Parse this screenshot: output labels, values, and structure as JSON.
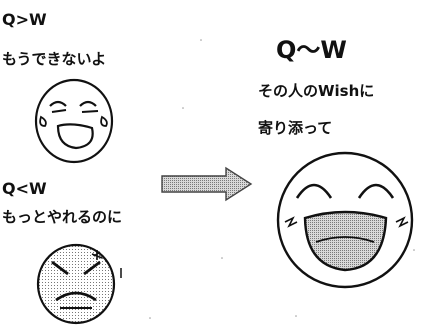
{
  "left_top": {
    "comparison": "Q>W",
    "caption": "もうできないよ"
  },
  "left_bottom": {
    "comparison": "Q<W",
    "caption": "もっとやれるのに"
  },
  "right": {
    "comparison": "Q～W",
    "caption_line1": "その人のWishに",
    "caption_line2": "寄り添って"
  },
  "colors": {
    "ink": "#111111",
    "face_fill": "#ffffff",
    "arrow_fill": "#bdbdbd",
    "grin_fill": "#c8c8c8"
  }
}
